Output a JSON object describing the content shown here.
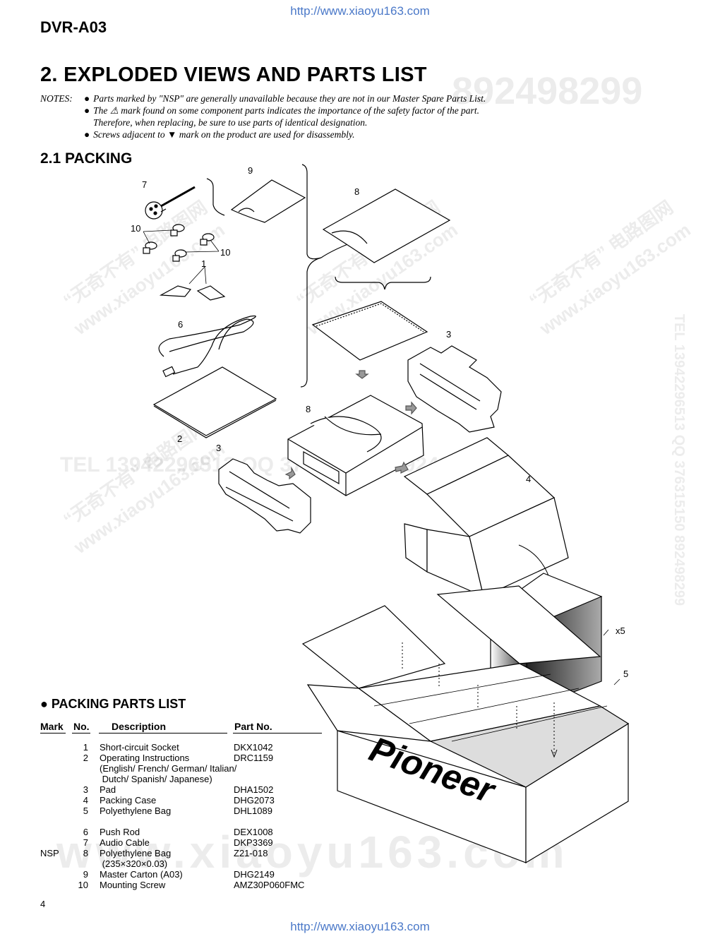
{
  "header": {
    "url_top": "http://www.xiaoyu163.com",
    "model": "DVR-A03",
    "title": "2. EXPLODED VIEWS AND PARTS LIST",
    "watermark_right": "892498299"
  },
  "notes": {
    "label": "NOTES:",
    "lines": [
      "Parts marked by \"NSP\" are generally unavailable because they are not in our Master Spare Parts List.",
      "The ⚠ mark found on some component parts indicates the importance of the safety factor of the part.",
      "Therefore,  when replacing, be sure to use parts of identical designation.",
      "Screws adjacent to ▼ mark on the product are used for disassembly."
    ]
  },
  "section": {
    "title": "2.1 PACKING"
  },
  "callouts": [
    "1",
    "2",
    "3",
    "3",
    "4",
    "5",
    "6",
    "7",
    "8",
    "8",
    "9",
    "10",
    "10",
    "x5"
  ],
  "watermarks": {
    "tel_row": "TEL 13942296513  QQ 376315150  892498299",
    "bottom": "www.xiaoyu163.com",
    "side": "TEL 13942296513  QQ 376315150  892498299",
    "diag1": "“无奇不有” 电路图网",
    "diag2": "www.xiaoyu163.com"
  },
  "parts_list": {
    "title": "PACKING PARTS LIST",
    "columns": {
      "mark": "Mark",
      "no": "No.",
      "description": "Description",
      "part_no": "Part No."
    },
    "rows": [
      {
        "mark": "",
        "no": "1",
        "desc": "Short-circuit Socket",
        "part": "DKX1042"
      },
      {
        "mark": "",
        "no": "2",
        "desc": "Operating Instructions",
        "part": "DRC1159"
      },
      {
        "mark": "",
        "no": "",
        "desc": "(English/ French/ German/ Italian/",
        "part": ""
      },
      {
        "mark": "",
        "no": "",
        "desc": " Dutch/ Spanish/ Japanese)",
        "part": ""
      },
      {
        "mark": "",
        "no": "3",
        "desc": "Pad",
        "part": "DHA1502"
      },
      {
        "mark": "",
        "no": "4",
        "desc": "Packing Case",
        "part": "DHG2073"
      },
      {
        "mark": "",
        "no": "5",
        "desc": "Polyethylene Bag",
        "part": "DHL1089"
      },
      {
        "mark": "",
        "no": "6",
        "desc": "Push Rod",
        "part": "DEX1008"
      },
      {
        "mark": "",
        "no": "7",
        "desc": "Audio Cable",
        "part": "DKP3369"
      },
      {
        "mark": "NSP",
        "no": "8",
        "desc": "Polyethylene Bag",
        "part": "Z21-018"
      },
      {
        "mark": "",
        "no": "",
        "desc": " (235×320×0.03)",
        "part": ""
      },
      {
        "mark": "",
        "no": "9",
        "desc": "Master Carton (A03)",
        "part": "DHG2149"
      },
      {
        "mark": "",
        "no": "10",
        "desc": "Mounting Screw",
        "part": "AMZ30P060FMC"
      }
    ]
  },
  "footer": {
    "page_number": "4",
    "url_bottom": "http://www.xiaoyu163.com"
  }
}
